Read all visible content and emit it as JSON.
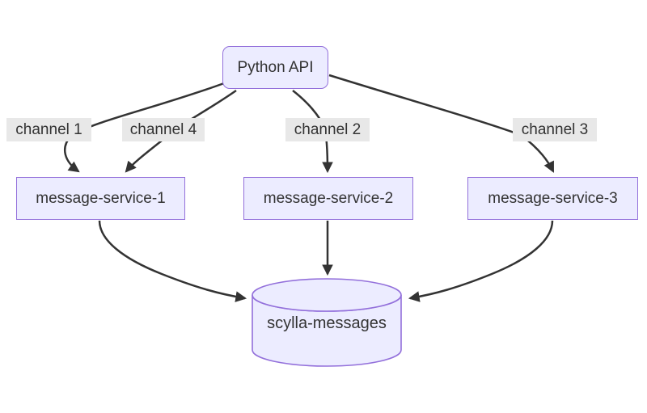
{
  "colors": {
    "node_fill": "#ECECFF",
    "node_border": "#9370DB",
    "edge": "#333333",
    "label_bg": "#e8e8e8",
    "text": "#333333",
    "background": "#ffffff"
  },
  "nodes": {
    "python_api": {
      "label": "Python API",
      "shape": "rounded-rect"
    },
    "service1": {
      "label": "message-service-1",
      "shape": "rect"
    },
    "service2": {
      "label": "message-service-2",
      "shape": "rect"
    },
    "service3": {
      "label": "message-service-3",
      "shape": "rect"
    },
    "database": {
      "label": "scylla-messages",
      "shape": "cylinder"
    }
  },
  "edge_labels": {
    "channel1": {
      "label": "channel 1"
    },
    "channel4": {
      "label": "channel 4"
    },
    "channel2": {
      "label": "channel 2"
    },
    "channel3": {
      "label": "channel 3"
    }
  },
  "edges": [
    {
      "from": "Python API",
      "to": "message-service-1",
      "label": "channel 1"
    },
    {
      "from": "Python API",
      "to": "message-service-1",
      "label": "channel 4"
    },
    {
      "from": "Python API",
      "to": "message-service-2",
      "label": "channel 2"
    },
    {
      "from": "Python API",
      "to": "message-service-3",
      "label": "channel 3"
    },
    {
      "from": "message-service-1",
      "to": "scylla-messages",
      "label": ""
    },
    {
      "from": "message-service-2",
      "to": "scylla-messages",
      "label": ""
    },
    {
      "from": "message-service-3",
      "to": "scylla-messages",
      "label": ""
    }
  ]
}
